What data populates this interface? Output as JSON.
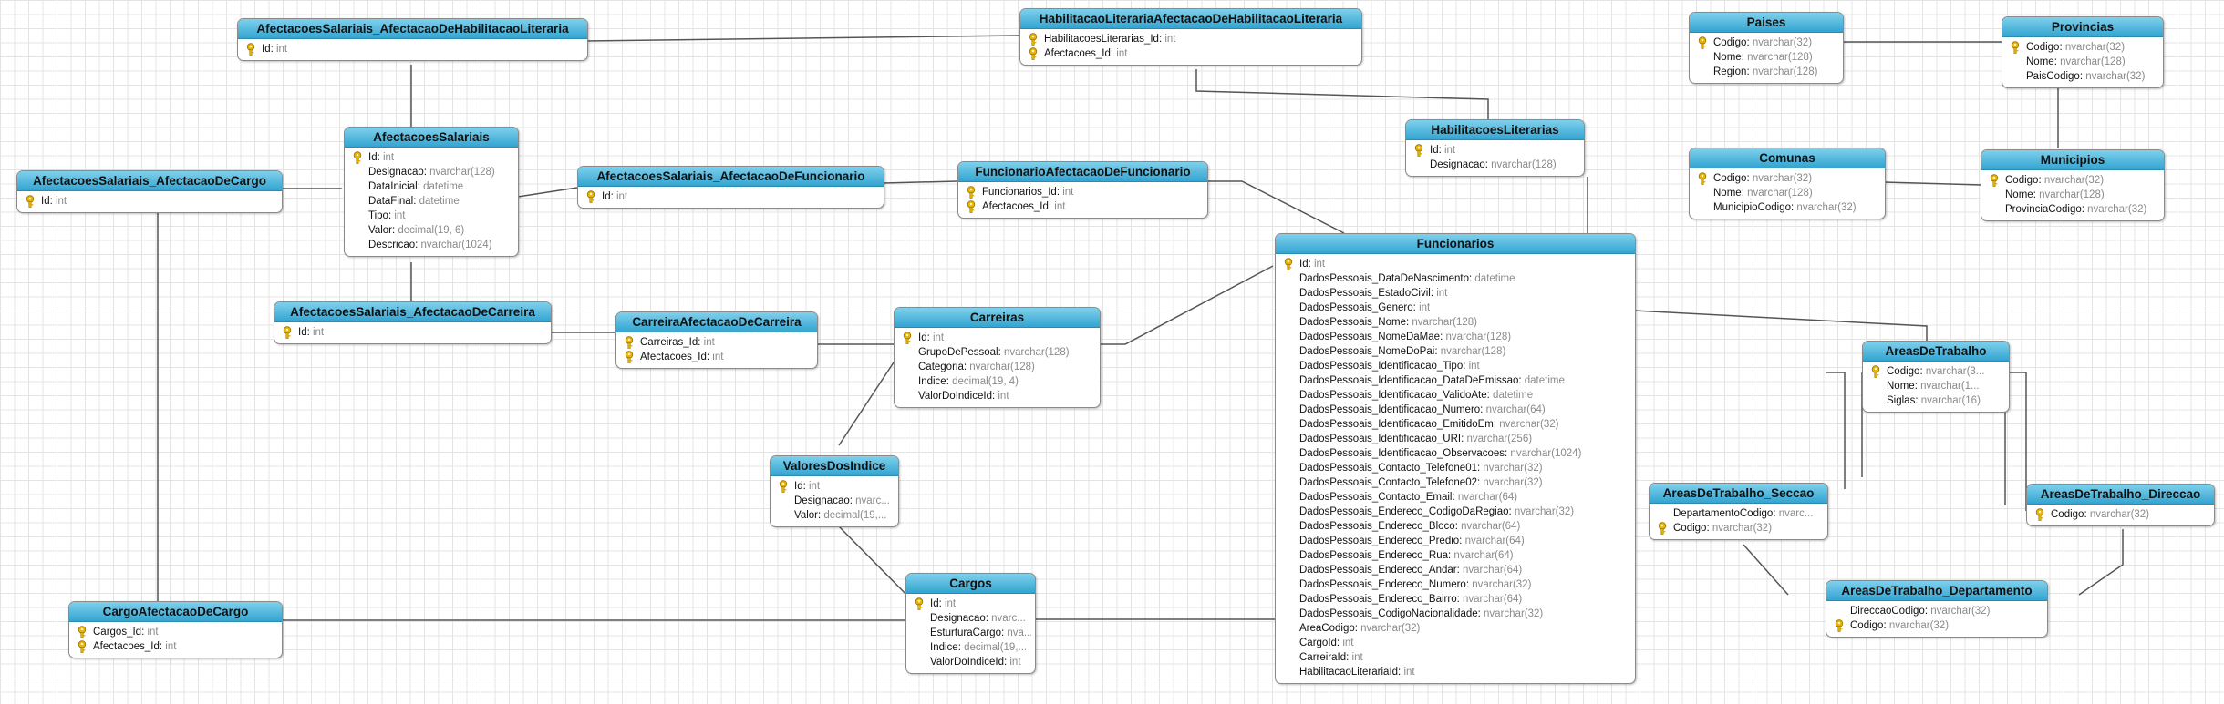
{
  "colors": {
    "header_top": "#7fd0ec",
    "header_bottom": "#33a5d1",
    "key": "#e8b400",
    "type_text": "#8a8a8a",
    "grid": "#e4e4e4"
  },
  "entities": [
    {
      "id": "e1",
      "name": "AfectacoesSalariais_AfectacaoDeHabilitacaoLiteraria",
      "fields": [
        {
          "name": "Id",
          "type": "int",
          "key": true
        }
      ]
    },
    {
      "id": "e2",
      "name": "HabilitacaoLiterariaAfectacaoDeHabilitacaoLiteraria",
      "fields": [
        {
          "name": "HabilitacoesLiterarias_Id",
          "type": "int",
          "key": true
        },
        {
          "name": "Afectacoes_Id",
          "type": "int",
          "key": true
        }
      ]
    },
    {
      "id": "e3",
      "name": "Paises",
      "fields": [
        {
          "name": "Codigo",
          "type": "nvarchar(32)",
          "key": true
        },
        {
          "name": "Nome",
          "type": "nvarchar(128)",
          "key": false
        },
        {
          "name": "Region",
          "type": "nvarchar(128)",
          "key": false
        }
      ]
    },
    {
      "id": "e4",
      "name": "Provincias",
      "fields": [
        {
          "name": "Codigo",
          "type": "nvarchar(32)",
          "key": true
        },
        {
          "name": "Nome",
          "type": "nvarchar(128)",
          "key": false
        },
        {
          "name": "PaisCodigo",
          "type": "nvarchar(32)",
          "key": false
        }
      ]
    },
    {
      "id": "e5",
      "name": "AfectacoesSalariais",
      "fields": [
        {
          "name": "Id",
          "type": "int",
          "key": true
        },
        {
          "name": "Designacao",
          "type": "nvarchar(128)",
          "key": false
        },
        {
          "name": "DataInicial",
          "type": "datetime",
          "key": false
        },
        {
          "name": "DataFinal",
          "type": "datetime",
          "key": false
        },
        {
          "name": "Tipo",
          "type": "int",
          "key": false
        },
        {
          "name": "Valor",
          "type": "decimal(19, 6)",
          "key": false
        },
        {
          "name": "Descricao",
          "type": "nvarchar(1024)",
          "key": false
        }
      ]
    },
    {
      "id": "e6",
      "name": "HabilitacoesLiterarias",
      "fields": [
        {
          "name": "Id",
          "type": "int",
          "key": true
        },
        {
          "name": "Designacao",
          "type": "nvarchar(128)",
          "key": false
        }
      ]
    },
    {
      "id": "e7",
      "name": "Comunas",
      "fields": [
        {
          "name": "Codigo",
          "type": "nvarchar(32)",
          "key": true
        },
        {
          "name": "Nome",
          "type": "nvarchar(128)",
          "key": false
        },
        {
          "name": "MunicipioCodigo",
          "type": "nvarchar(32)",
          "key": false
        }
      ]
    },
    {
      "id": "e8",
      "name": "Municipios",
      "fields": [
        {
          "name": "Codigo",
          "type": "nvarchar(32)",
          "key": true
        },
        {
          "name": "Nome",
          "type": "nvarchar(128)",
          "key": false
        },
        {
          "name": "ProvinciaCodigo",
          "type": "nvarchar(32)",
          "key": false
        }
      ]
    },
    {
      "id": "e9",
      "name": "AfectacoesSalariais_AfectacaoDeCargo",
      "fields": [
        {
          "name": "Id",
          "type": "int",
          "key": true
        }
      ]
    },
    {
      "id": "e10",
      "name": "AfectacoesSalariais_AfectacaoDeFuncionario",
      "fields": [
        {
          "name": "Id",
          "type": "int",
          "key": true
        }
      ]
    },
    {
      "id": "e11",
      "name": "FuncionarioAfectacaoDeFuncionario",
      "fields": [
        {
          "name": "Funcionarios_Id",
          "type": "int",
          "key": true
        },
        {
          "name": "Afectacoes_Id",
          "type": "int",
          "key": true
        }
      ]
    },
    {
      "id": "e12",
      "name": "Funcionarios",
      "fields": [
        {
          "name": "Id",
          "type": "int",
          "key": true
        },
        {
          "name": "DadosPessoais_DataDeNascimento",
          "type": "datetime",
          "key": false
        },
        {
          "name": "DadosPessoais_EstadoCivil",
          "type": "int",
          "key": false
        },
        {
          "name": "DadosPessoais_Genero",
          "type": "int",
          "key": false
        },
        {
          "name": "DadosPessoais_Nome",
          "type": "nvarchar(128)",
          "key": false
        },
        {
          "name": "DadosPessoais_NomeDaMae",
          "type": "nvarchar(128)",
          "key": false
        },
        {
          "name": "DadosPessoais_NomeDoPai",
          "type": "nvarchar(128)",
          "key": false
        },
        {
          "name": "DadosPessoais_Identificacao_Tipo",
          "type": "int",
          "key": false
        },
        {
          "name": "DadosPessoais_Identificacao_DataDeEmissao",
          "type": "datetime",
          "key": false
        },
        {
          "name": "DadosPessoais_Identificacao_ValidoAte",
          "type": "datetime",
          "key": false
        },
        {
          "name": "DadosPessoais_Identificacao_Numero",
          "type": "nvarchar(64)",
          "key": false
        },
        {
          "name": "DadosPessoais_Identificacao_EmitidoEm",
          "type": "nvarchar(32)",
          "key": false
        },
        {
          "name": "DadosPessoais_Identificacao_URI",
          "type": "nvarchar(256)",
          "key": false
        },
        {
          "name": "DadosPessoais_Identificacao_Observacoes",
          "type": "nvarchar(1024)",
          "key": false
        },
        {
          "name": "DadosPessoais_Contacto_Telefone01",
          "type": "nvarchar(32)",
          "key": false
        },
        {
          "name": "DadosPessoais_Contacto_Telefone02",
          "type": "nvarchar(32)",
          "key": false
        },
        {
          "name": "DadosPessoais_Contacto_Email",
          "type": "nvarchar(64)",
          "key": false
        },
        {
          "name": "DadosPessoais_Endereco_CodigoDaRegiao",
          "type": "nvarchar(32)",
          "key": false
        },
        {
          "name": "DadosPessoais_Endereco_Bloco",
          "type": "nvarchar(64)",
          "key": false
        },
        {
          "name": "DadosPessoais_Endereco_Predio",
          "type": "nvarchar(64)",
          "key": false
        },
        {
          "name": "DadosPessoais_Endereco_Rua",
          "type": "nvarchar(64)",
          "key": false
        },
        {
          "name": "DadosPessoais_Endereco_Andar",
          "type": "nvarchar(64)",
          "key": false
        },
        {
          "name": "DadosPessoais_Endereco_Numero",
          "type": "nvarchar(32)",
          "key": false
        },
        {
          "name": "DadosPessoais_Endereco_Bairro",
          "type": "nvarchar(64)",
          "key": false
        },
        {
          "name": "DadosPessoais_CodigoNacionalidade",
          "type": "nvarchar(32)",
          "key": false
        },
        {
          "name": "AreaCodigo",
          "type": "nvarchar(32)",
          "key": false
        },
        {
          "name": "CargoId",
          "type": "int",
          "key": false
        },
        {
          "name": "CarreiraId",
          "type": "int",
          "key": false
        },
        {
          "name": "HabilitacaoLiterariaId",
          "type": "int",
          "key": false
        }
      ]
    },
    {
      "id": "e13",
      "name": "AfectacoesSalariais_AfectacaoDeCarreira",
      "fields": [
        {
          "name": "Id",
          "type": "int",
          "key": true
        }
      ]
    },
    {
      "id": "e14",
      "name": "CarreiraAfectacaoDeCarreira",
      "fields": [
        {
          "name": "Carreiras_Id",
          "type": "int",
          "key": true
        },
        {
          "name": "Afectacoes_Id",
          "type": "int",
          "key": true
        }
      ]
    },
    {
      "id": "e15",
      "name": "Carreiras",
      "fields": [
        {
          "name": "Id",
          "type": "int",
          "key": true
        },
        {
          "name": "GrupoDePessoal",
          "type": "nvarchar(128)",
          "key": false
        },
        {
          "name": "Categoria",
          "type": "nvarchar(128)",
          "key": false
        },
        {
          "name": "Indice",
          "type": "decimal(19, 4)",
          "key": false
        },
        {
          "name": "ValorDoIndiceId",
          "type": "int",
          "key": false
        }
      ]
    },
    {
      "id": "e16",
      "name": "AreasDeTrabalho",
      "fields": [
        {
          "name": "Codigo",
          "type": "nvarchar(3...",
          "key": true
        },
        {
          "name": "Nome",
          "type": "nvarchar(1...",
          "key": false
        },
        {
          "name": "Siglas",
          "type": "nvarchar(16)",
          "key": false
        }
      ]
    },
    {
      "id": "e17",
      "name": "ValoresDosIndice",
      "fields": [
        {
          "name": "Id",
          "type": "int",
          "key": true
        },
        {
          "name": "Designacao",
          "type": "nvarc...",
          "key": false
        },
        {
          "name": "Valor",
          "type": "decimal(19,...",
          "key": false
        }
      ]
    },
    {
      "id": "e18",
      "name": "AreasDeTrabalho_Seccao",
      "fields": [
        {
          "name": "DepartamentoCodigo",
          "type": "nvarc...",
          "key": false
        },
        {
          "name": "Codigo",
          "type": "nvarchar(32)",
          "key": true
        }
      ]
    },
    {
      "id": "e19",
      "name": "AreasDeTrabalho_Direccao",
      "fields": [
        {
          "name": "Codigo",
          "type": "nvarchar(32)",
          "key": true
        }
      ]
    },
    {
      "id": "e20",
      "name": "CargoAfectacaoDeCargo",
      "fields": [
        {
          "name": "Cargos_Id",
          "type": "int",
          "key": true
        },
        {
          "name": "Afectacoes_Id",
          "type": "int",
          "key": true
        }
      ]
    },
    {
      "id": "e21",
      "name": "Cargos",
      "fields": [
        {
          "name": "Id",
          "type": "int",
          "key": true
        },
        {
          "name": "Designacao",
          "type": "nvarc...",
          "key": false
        },
        {
          "name": "EsturturaCargo",
          "type": "nva...",
          "key": false
        },
        {
          "name": "Indice",
          "type": "decimal(19,...",
          "key": false
        },
        {
          "name": "ValorDoIndiceId",
          "type": "int",
          "key": false
        }
      ]
    },
    {
      "id": "e22",
      "name": "AreasDeTrabalho_Departamento",
      "fields": [
        {
          "name": "DireccaoCodigo",
          "type": "nvarchar(32)",
          "key": false
        },
        {
          "name": "Codigo",
          "type": "nvarchar(32)",
          "key": true
        }
      ]
    }
  ]
}
